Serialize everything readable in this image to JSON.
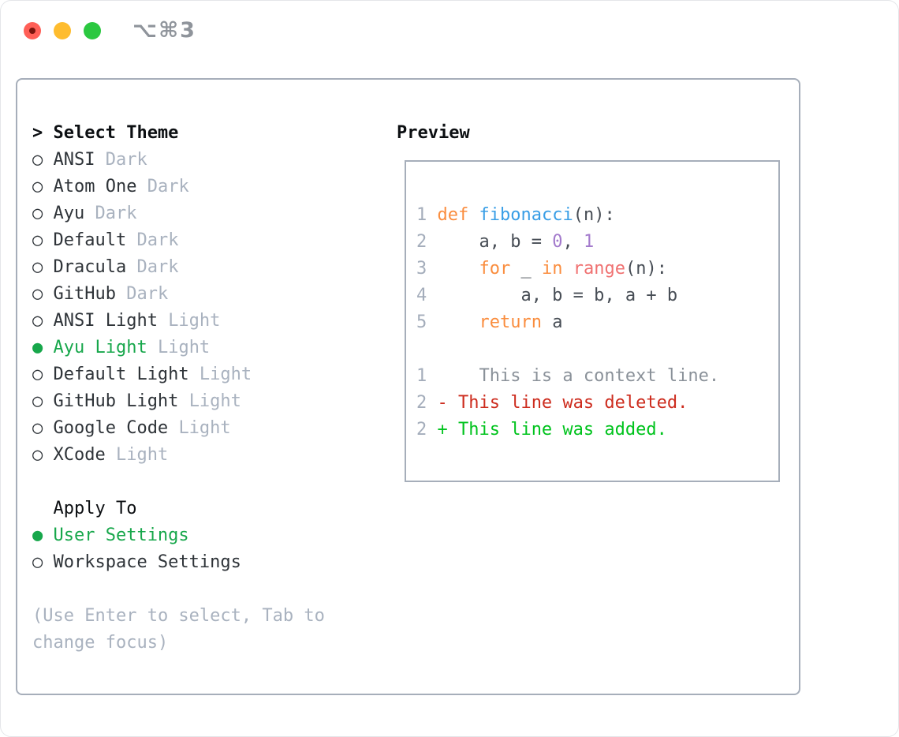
{
  "window": {
    "title": "⌥⌘3"
  },
  "markers": {
    "prompt": ">",
    "selected": "●",
    "unselected": "○"
  },
  "theme_picker": {
    "prompt": {
      "marker": ">",
      "label": "Select Theme"
    },
    "themes": [
      {
        "name": "ANSI",
        "variant": "Dark",
        "selected": false
      },
      {
        "name": "Atom One",
        "variant": "Dark",
        "selected": false
      },
      {
        "name": "Ayu",
        "variant": "Dark",
        "selected": false
      },
      {
        "name": "Default",
        "variant": "Dark",
        "selected": false
      },
      {
        "name": "Dracula",
        "variant": "Dark",
        "selected": false
      },
      {
        "name": "GitHub",
        "variant": "Dark",
        "selected": false
      },
      {
        "name": "ANSI Light",
        "variant": "Light",
        "selected": false
      },
      {
        "name": "Ayu Light",
        "variant": "Light",
        "selected": true
      },
      {
        "name": "Default Light",
        "variant": "Light",
        "selected": false
      },
      {
        "name": "GitHub Light",
        "variant": "Light",
        "selected": false
      },
      {
        "name": "Google Code",
        "variant": "Light",
        "selected": false
      },
      {
        "name": "XCode",
        "variant": "Light",
        "selected": false
      }
    ],
    "apply_to": {
      "label": "Apply To",
      "options": [
        {
          "label": "User Settings",
          "selected": true
        },
        {
          "label": "Workspace Settings",
          "selected": false
        }
      ]
    },
    "help_lines": [
      "(Use Enter to select, Tab to",
      "change focus)"
    ]
  },
  "preview": {
    "title": "Preview",
    "lines": [
      {
        "num": "1",
        "tokens": [
          {
            "t": "def",
            "c": "keyword"
          },
          {
            "t": " ",
            "c": "code-fg"
          },
          {
            "t": "fibonacci",
            "c": "entity"
          },
          {
            "t": "(n):",
            "c": "code-fg"
          }
        ]
      },
      {
        "num": "2",
        "tokens": [
          {
            "t": "    a, b = ",
            "c": "code-fg"
          },
          {
            "t": "0",
            "c": "constant"
          },
          {
            "t": ", ",
            "c": "code-fg"
          },
          {
            "t": "1",
            "c": "constant"
          }
        ]
      },
      {
        "num": "3",
        "tokens": [
          {
            "t": "    ",
            "c": "code-fg"
          },
          {
            "t": "for",
            "c": "keyword"
          },
          {
            "t": " _ ",
            "c": "code-fg"
          },
          {
            "t": "in",
            "c": "keyword"
          },
          {
            "t": " ",
            "c": "code-fg"
          },
          {
            "t": "range",
            "c": "special"
          },
          {
            "t": "(n):",
            "c": "code-fg"
          }
        ]
      },
      {
        "num": "4",
        "tokens": [
          {
            "t": "        a, b = b, a + b",
            "c": "code-fg"
          }
        ]
      },
      {
        "num": "5",
        "tokens": [
          {
            "t": "    ",
            "c": "code-fg"
          },
          {
            "t": "return",
            "c": "keyword"
          },
          {
            "t": " a",
            "c": "code-fg"
          }
        ]
      },
      {
        "num": "",
        "tokens": []
      },
      {
        "num": "1",
        "tokens": [
          {
            "t": "    This is a context line.",
            "c": "context"
          }
        ]
      },
      {
        "num": "2",
        "tokens": [
          {
            "t": "- This line was deleted.",
            "c": "deleted"
          }
        ]
      },
      {
        "num": "2",
        "tokens": [
          {
            "t": "+ This line was added.",
            "c": "added"
          }
        ]
      }
    ]
  },
  "colors": {
    "border": "#a6aeba",
    "text": "#2e3338",
    "heading": "#0c0f12",
    "muted": "#a9b2bf",
    "green": "#17a74b",
    "title-gray": "#8f949b",
    "tl-red": "#ff5f57",
    "tl-red-dot": "#7a140d",
    "tl-yellow": "#febc2e",
    "tl-green": "#2bc840",
    "code-fg": "#474d55",
    "keyword": "#fa8d3e",
    "entity": "#399ee6",
    "constant": "#a37acc",
    "special": "#f07171",
    "linenum": "#a4adbb",
    "context": "#8a9199",
    "deleted": "#cd2c1e",
    "added": "#00c31d"
  }
}
